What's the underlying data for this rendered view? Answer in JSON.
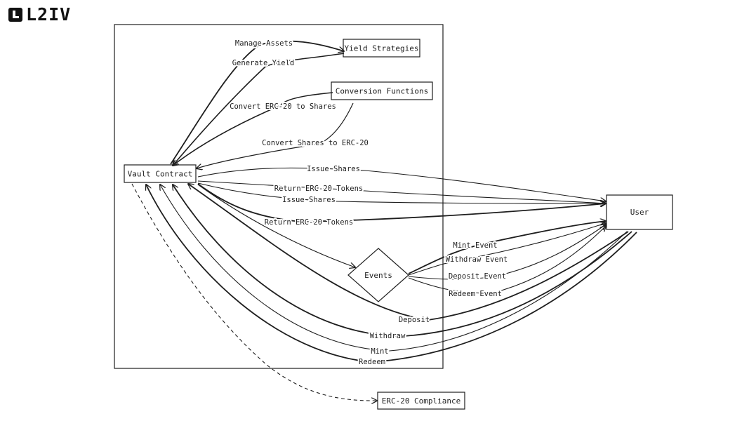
{
  "brand": {
    "logo_text": "L2IV"
  },
  "nodes": {
    "vault": "Vault Contract",
    "yield": "Yield Strategies",
    "conversion": "Conversion Functions",
    "user": "User",
    "events": "Events",
    "compliance": "ERC-20 Compliance"
  },
  "edges": {
    "manage_assets": "Manage Assets",
    "generate_yield": "Generate Yield",
    "convert_to_shares": "Convert ERC-20 to Shares",
    "convert_to_erc20": "Convert Shares to ERC-20",
    "issue_shares_1": "Issue Shares",
    "return_tokens_1": "Return ERC-20 Tokens",
    "issue_shares_2": "Issue Shares",
    "return_tokens_2": "Return ERC-20 Tokens",
    "mint_event": "Mint Event",
    "withdraw_event": "Withdraw Event",
    "deposit_event": "Deposit Event",
    "redeem_event": "Redeem Event",
    "deposit": "Deposit",
    "withdraw": "Withdraw",
    "mint": "Mint",
    "redeem": "Redeem"
  }
}
